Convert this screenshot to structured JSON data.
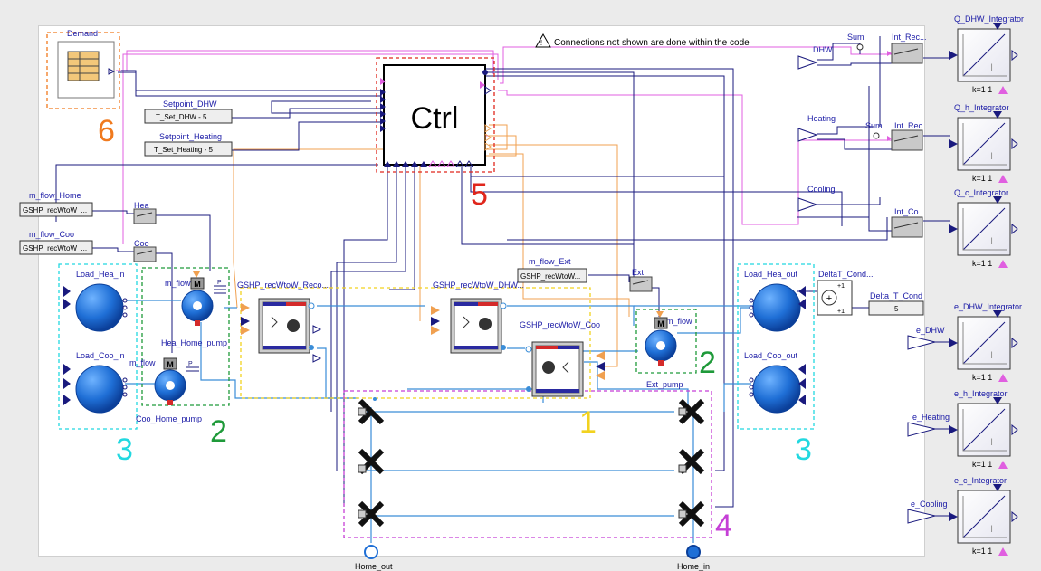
{
  "note": "Connections not shown are done within the code",
  "ctrl": {
    "label": "Ctrl"
  },
  "demand": {
    "label": "Demand"
  },
  "setpoints": {
    "dhw_title": "Setpoint_DHW",
    "dhw_value": "T_Set_DHW - 5",
    "heating_title": "Setpoint_Heating",
    "heating_value": "T_Set_Heating - 5"
  },
  "m_flow_blocks": {
    "home_title": "m_flow_Home",
    "home_value": "GSHP_recWtoW_...",
    "coo_title": "m_flow_Coo",
    "coo_value": "GSHP_recWtoW_...",
    "ext_title": "m_flow_Ext",
    "ext_value": "GSHP_recWtoW...",
    "hea_switch": "Hea",
    "coo_switch": "Coo",
    "ext_switch": "Ext"
  },
  "loads": {
    "hea_in": "Load_Hea_in",
    "coo_in": "Load_Coo_in",
    "hea_out": "Load_Hea_out",
    "coo_out": "Load_Coo_out"
  },
  "pumps": {
    "hea_home": "Hea_Home_pump",
    "coo_home": "Coo_Home_pump",
    "ext": "Ext_pump",
    "m_flow": "m_flow",
    "m_letter": "M",
    "p_label": "P"
  },
  "heatpumps": {
    "reco": "GSHP_recWtoW_Reco...",
    "dhw": "GSHP_recWtoW_DHW...",
    "coo": "GSHP_recWtoW_Coo"
  },
  "ports": {
    "home_out": "Home_out",
    "home_in": "Home_in"
  },
  "delta_t": {
    "sum_label": "DeltaT_Cond...",
    "const_title": "Delta_T_Cond",
    "const_value": "5",
    "plus": "+1",
    "plus_sign": "+"
  },
  "inputs": {
    "dhw": "DHW",
    "heating": "Heating",
    "cooling": "Cooling",
    "e_dhw": "e_DHW",
    "e_heating": "e_Heating",
    "e_cooling": "e_Cooling"
  },
  "sums": {
    "sum1": "Sum",
    "sum2": "Sum",
    "int_rec1": "Int_Rec...",
    "int_rec2": "Int_Rec...",
    "int_co": "Int_Co..."
  },
  "integrators": [
    {
      "title": "Q_DHW_Integrator",
      "k": "k=1 1"
    },
    {
      "title": "Q_h_Integrator",
      "k": "k=1 1"
    },
    {
      "title": "Q_c_Integrator",
      "k": "k=1 1"
    },
    {
      "title": "e_DHW_Integrator",
      "k": "k=1 1"
    },
    {
      "title": "e_h_Integrator",
      "k": "k=1 1"
    },
    {
      "title": "e_c_Integrator",
      "k": "k=1 1"
    }
  ],
  "integrator_symbol": "I",
  "group_numbers": {
    "g1": "1",
    "g2a": "2",
    "g2b": "2",
    "g3a": "3",
    "g3b": "3",
    "g4": "4",
    "g5": "5",
    "g6": "6"
  },
  "colors": {
    "connector": "#1a1a7e",
    "signal": "#e05fe0",
    "orange": "#f0a050",
    "fluid": "#3a8dd8",
    "group1": "#f2d21f",
    "group2": "#1f9a3a",
    "group3": "#22d8e0",
    "group4": "#c53fd6",
    "group5": "#e0261c",
    "group6": "#f07a1e"
  }
}
